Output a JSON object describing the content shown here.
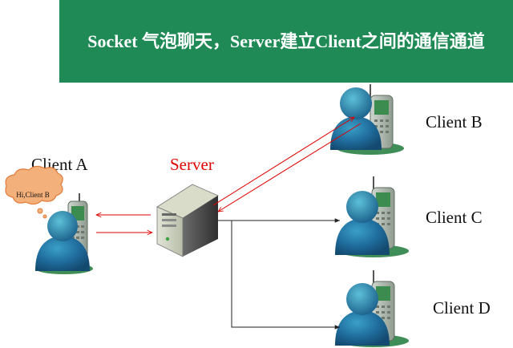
{
  "title": "Socket 气泡聊天，Server建立Client之间的通信通道",
  "server": {
    "label": "Server"
  },
  "clients": {
    "a": {
      "label": "Client A",
      "bubble": "Hi,Client B"
    },
    "b": {
      "label": "Client B"
    },
    "c": {
      "label": "Client C"
    },
    "d": {
      "label": "Client D"
    }
  },
  "colors": {
    "banner": "#1f8a55",
    "person_body": "#1e6a9a",
    "phone": "#3c8c50",
    "server_arrow": "#e00000",
    "broadcast_arrow": "#222222",
    "bubble": "#f4b07a"
  }
}
